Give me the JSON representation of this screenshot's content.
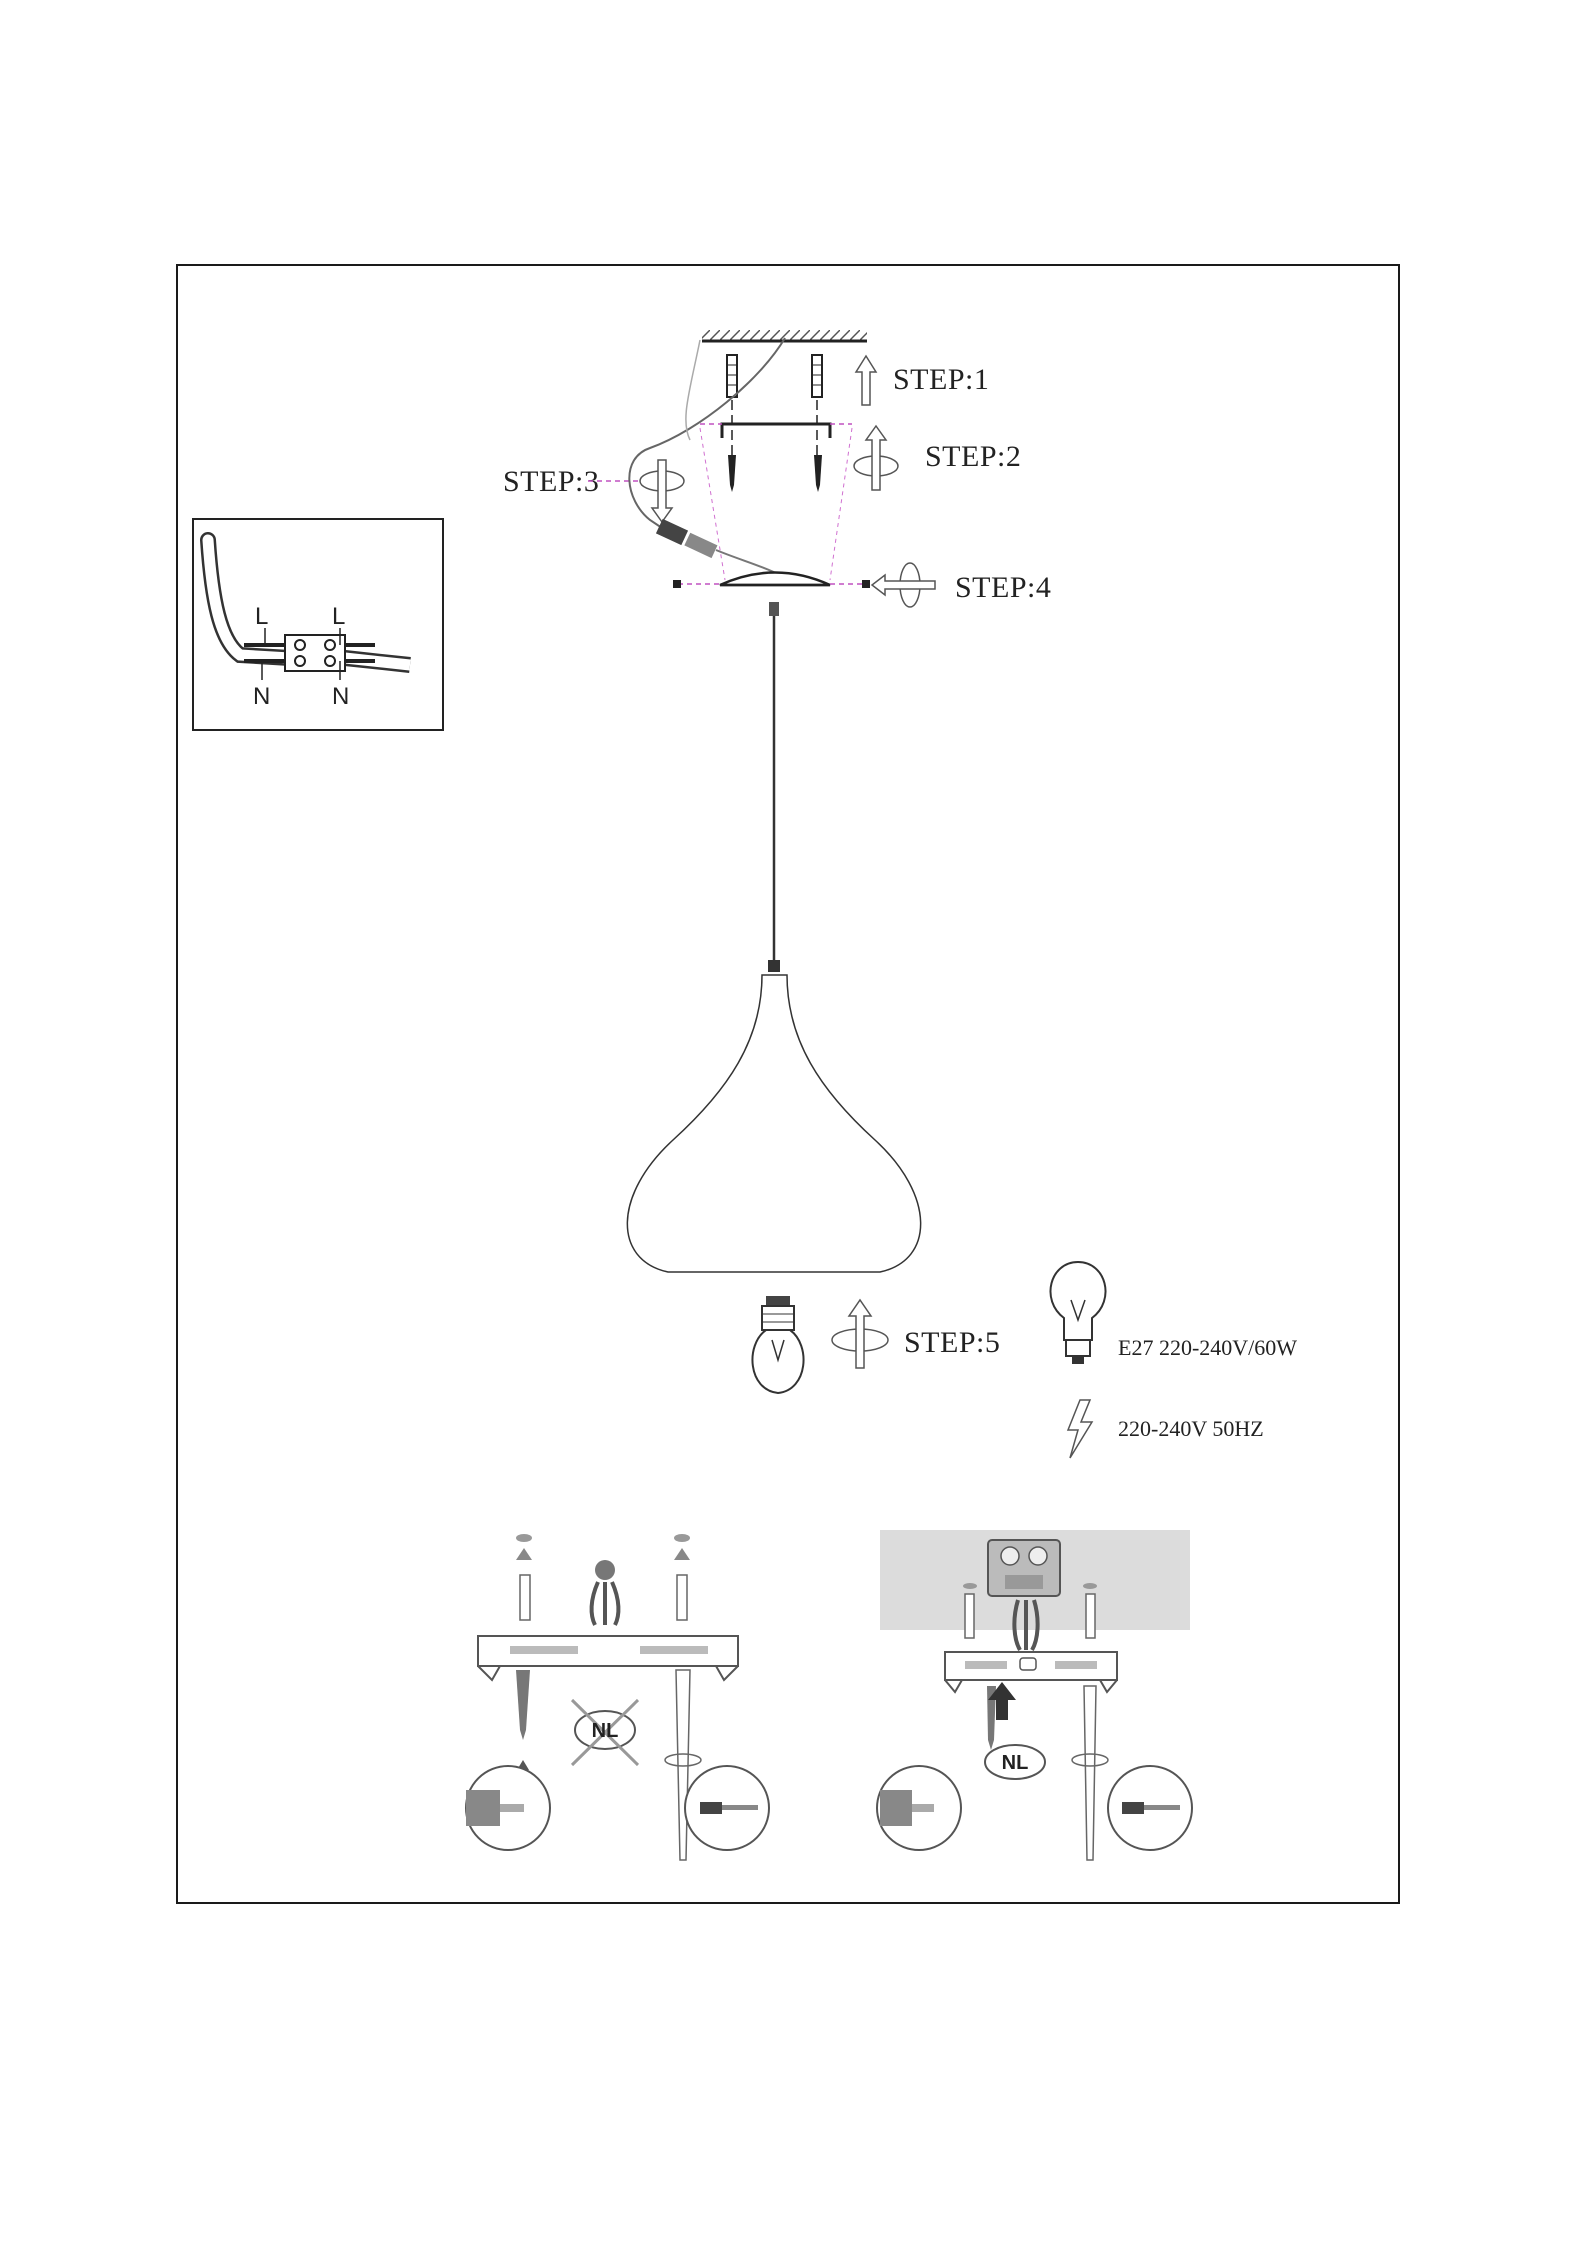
{
  "steps": {
    "step1": "STEP:1",
    "step2": "STEP:2",
    "step3": "STEP:3",
    "step4": "STEP:4",
    "step5": "STEP:5"
  },
  "wiring": {
    "live_left": "L",
    "live_right": "L",
    "neutral_left": "N",
    "neutral_right": "N"
  },
  "specs": {
    "bulb": "E27 220-240V/60W",
    "power": "220-240V 50HZ"
  },
  "mounting": {
    "left_badge": "NL",
    "right_badge": "NL"
  }
}
